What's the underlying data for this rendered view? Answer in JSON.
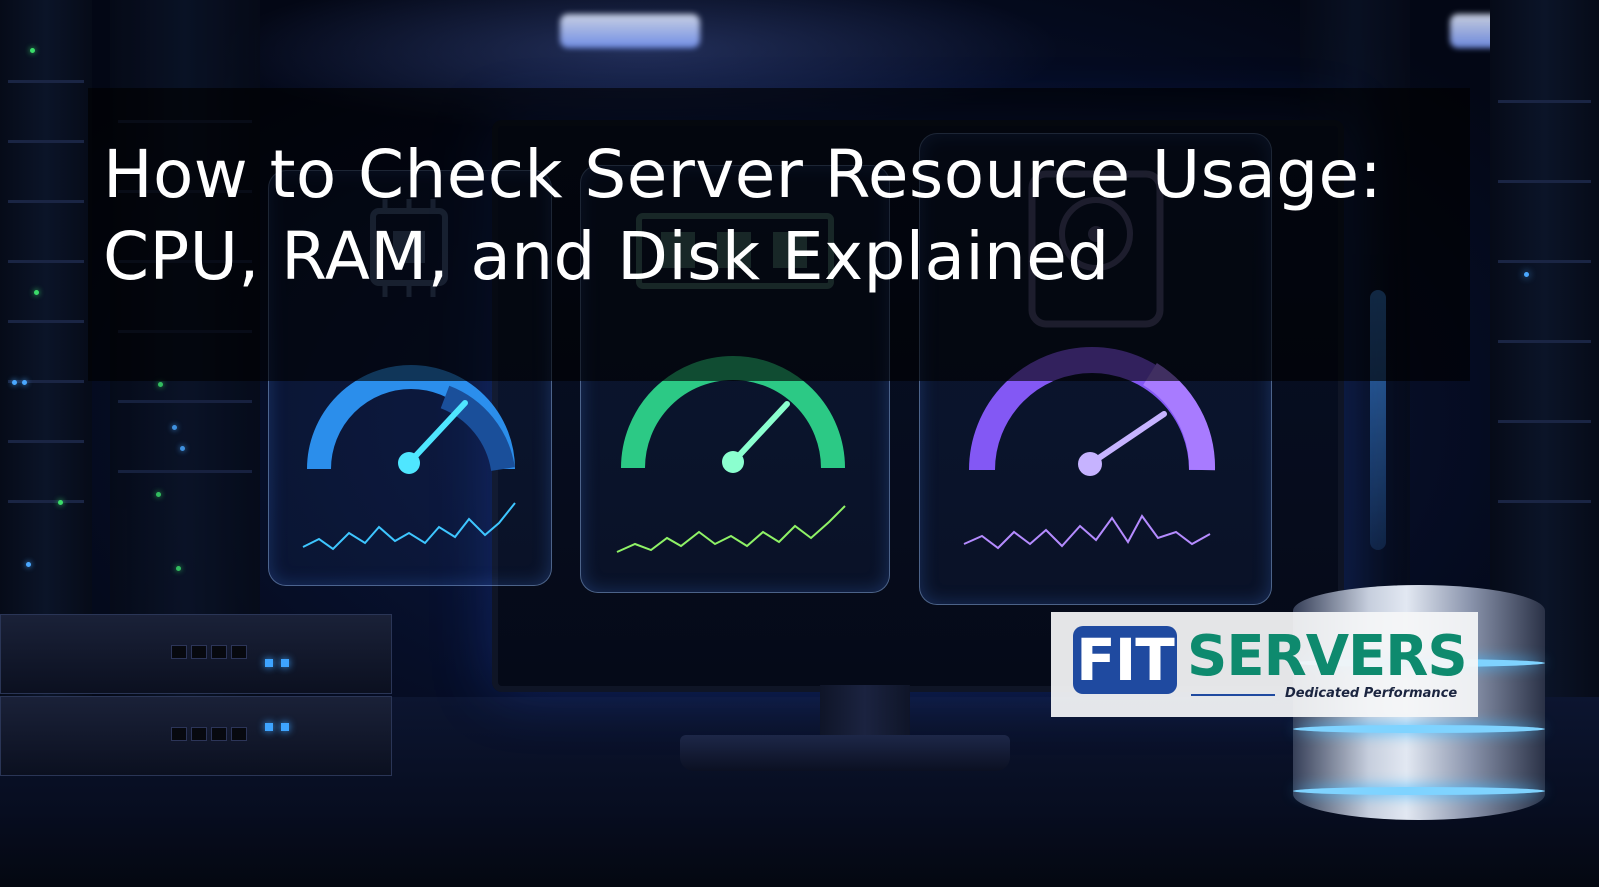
{
  "headline": {
    "line1": "How to Check Server Resource Usage:",
    "line2": "CPU, RAM, and Disk Explained"
  },
  "logo": {
    "mark": "FIT",
    "name": "SERVERS",
    "tagline": "Dedicated Performance"
  },
  "colors": {
    "cpu_gauge": "#2f9bff",
    "ram_gauge": "#2ed38a",
    "disk_gauge": "#8a5cff",
    "logo_blue": "#1f4aa0",
    "logo_green": "#0e8a6e"
  },
  "icons": [
    "cpu-chip-icon",
    "ram-module-icon",
    "hard-disk-icon"
  ]
}
